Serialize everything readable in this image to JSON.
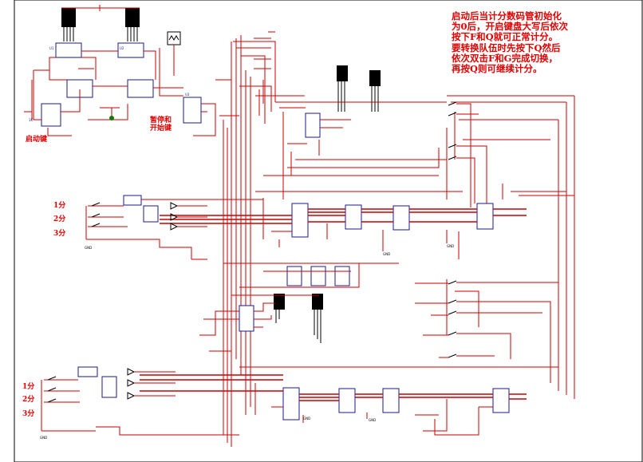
{
  "annotation": {
    "lines": [
      "启动后当计分数码管初始化",
      "为0后，开启键盘大写后依次",
      "按下F和Q就可正常计分。",
      "要转换队伍时先按下Q然后",
      "依次双击F和G完成切换，",
      "再按Q则可继续计分。"
    ]
  },
  "labels": {
    "start_key": "启动键",
    "pause_key": "暂停和\n开始键",
    "top_score_1": "1分",
    "top_score_2": "2分",
    "top_score_3": "3分",
    "bottom_score_1": "1分",
    "bottom_score_2": "2分",
    "bottom_score_3": "3分"
  },
  "colors": {
    "wire": "#cc0000",
    "chip_outline": "#1a1a8c",
    "display": "#000000",
    "note_text": "#e00000"
  }
}
